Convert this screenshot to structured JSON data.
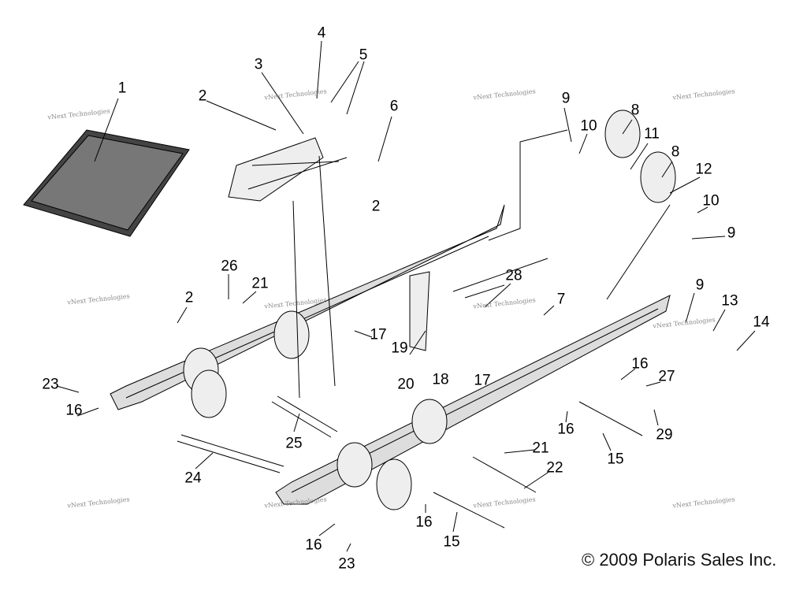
{
  "diagram": {
    "callouts": [
      "1",
      "2",
      "3",
      "4",
      "5",
      "6",
      "9",
      "10",
      "8",
      "11",
      "8",
      "12",
      "10",
      "9",
      "2",
      "26",
      "21",
      "2",
      "28",
      "7",
      "17",
      "19",
      "20",
      "18",
      "17",
      "9",
      "13",
      "14",
      "16",
      "27",
      "23",
      "16",
      "16",
      "29",
      "25",
      "15",
      "21",
      "22",
      "24",
      "16",
      "15",
      "16",
      "23"
    ],
    "watermark": "vNext Technologies",
    "copyright": "© 2009 Polaris Sales Inc."
  }
}
